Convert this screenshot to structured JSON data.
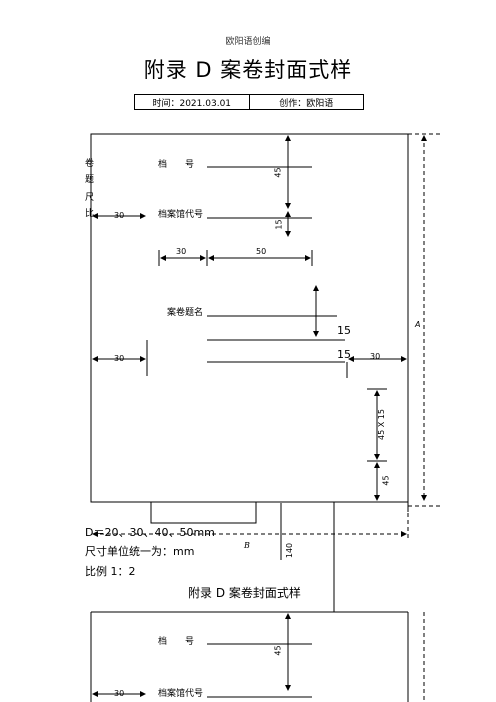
{
  "header": {
    "top_note": "欧阳语创编",
    "title": "附录 D  案卷封面式样",
    "meta": {
      "time": "时间：2021.03.01",
      "author": "创作：欧阳语"
    }
  },
  "figure": {
    "label_archive_no": "档　　号",
    "label_archive_code": "档案馆代号",
    "label_case_title": "案卷题名",
    "dims": {
      "d45_top": "45",
      "d15_top": "15",
      "d30_left": "30",
      "d30_mid": "30",
      "d50": "50",
      "d15_a": "15",
      "d15_b": "15",
      "d30_right": "30",
      "d30_left2": "30",
      "d45x15": "45 X 15",
      "d45_bottom": "45",
      "d140": "140",
      "A": "A",
      "B": "B"
    },
    "cut_text_1": "卷",
    "cut_text_2": "题",
    "cut_text_3": "尺",
    "cut_text_4": "比"
  },
  "notes": {
    "line1": "D＝20、30、40、50mm",
    "line2": "尺寸单位统一为：mm",
    "line3": "比例 1：2"
  },
  "repeat": {
    "title": "附录 D  案卷封面式样",
    "label_archive_no": "档　　号",
    "label_archive_code": "档案馆代号",
    "d45": "45",
    "d30": "30"
  }
}
